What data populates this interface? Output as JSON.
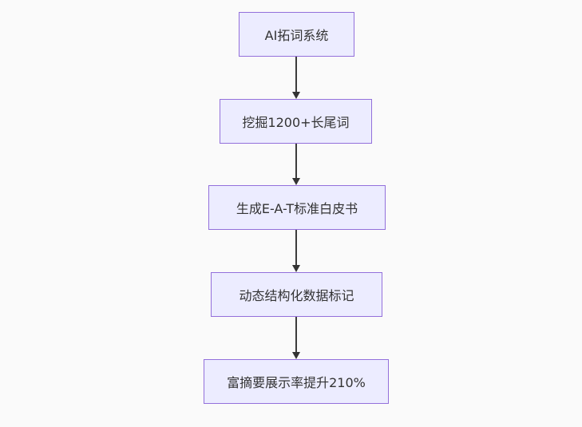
{
  "diagram": {
    "type": "flowchart",
    "direction": "top-to-bottom",
    "nodes": [
      {
        "id": "A",
        "label": "AI拓词系统"
      },
      {
        "id": "B",
        "label": "挖掘1200+长尾词"
      },
      {
        "id": "C",
        "label": "生成E-A-T标准白皮书"
      },
      {
        "id": "D",
        "label": "动态结构化数据标记"
      },
      {
        "id": "E",
        "label": "富摘要展示率提升210%"
      }
    ],
    "edges": [
      {
        "from": "A",
        "to": "B"
      },
      {
        "from": "B",
        "to": "C"
      },
      {
        "from": "C",
        "to": "D"
      },
      {
        "from": "D",
        "to": "E"
      }
    ],
    "colors": {
      "node_fill": "#ECECFF",
      "node_border": "#9370DB",
      "node_text": "#333333",
      "arrow": "#333333",
      "background": "#FAFAFA"
    }
  }
}
